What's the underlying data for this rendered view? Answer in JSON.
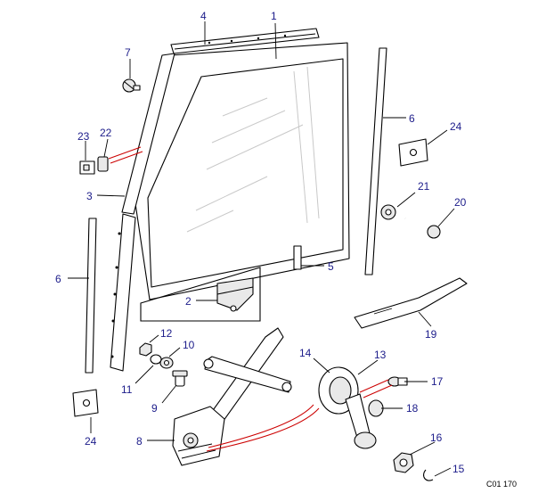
{
  "diagram": {
    "reference_code": "C01 170",
    "accent_color": "#cc0000",
    "label_color": "#1c1c8a"
  },
  "callouts": [
    {
      "id": "c1",
      "text": "1"
    },
    {
      "id": "c2",
      "text": "2"
    },
    {
      "id": "c3",
      "text": "3"
    },
    {
      "id": "c4",
      "text": "4"
    },
    {
      "id": "c5",
      "text": "5"
    },
    {
      "id": "c6a",
      "text": "6"
    },
    {
      "id": "c6b",
      "text": "6"
    },
    {
      "id": "c7",
      "text": "7"
    },
    {
      "id": "c8",
      "text": "8"
    },
    {
      "id": "c9",
      "text": "9"
    },
    {
      "id": "c10",
      "text": "10"
    },
    {
      "id": "c11",
      "text": "11"
    },
    {
      "id": "c12",
      "text": "12"
    },
    {
      "id": "c13",
      "text": "13"
    },
    {
      "id": "c14",
      "text": "14"
    },
    {
      "id": "c15",
      "text": "15"
    },
    {
      "id": "c16",
      "text": "16"
    },
    {
      "id": "c17",
      "text": "17"
    },
    {
      "id": "c18",
      "text": "18"
    },
    {
      "id": "c19",
      "text": "19"
    },
    {
      "id": "c20",
      "text": "20"
    },
    {
      "id": "c21",
      "text": "21"
    },
    {
      "id": "c22",
      "text": "22"
    },
    {
      "id": "c23",
      "text": "23"
    },
    {
      "id": "c24a",
      "text": "24"
    },
    {
      "id": "c24b",
      "text": "24"
    }
  ]
}
